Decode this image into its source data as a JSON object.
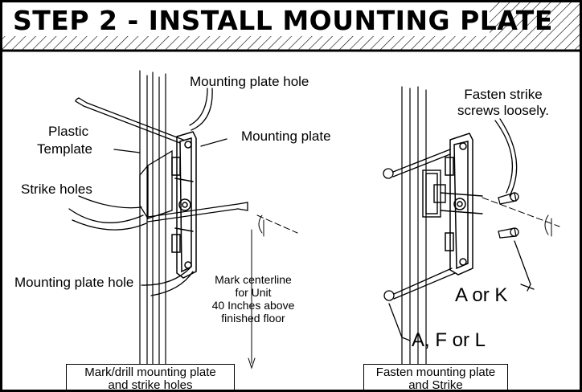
{
  "header": {
    "title": "STEP 2 - INSTALL MOUNTING PLATE"
  },
  "left_panel": {
    "labels": {
      "mounting_plate_hole_top": "Mounting plate hole",
      "plastic_template_1": "Plastic",
      "plastic_template_2": "Template",
      "mounting_plate": "Mounting plate",
      "strike_holes": "Strike holes",
      "mounting_plate_hole_bottom": "Mounting plate hole",
      "centerline_1": "Mark centerline",
      "centerline_2": "for Unit",
      "centerline_3": "40 Inches above",
      "centerline_4": "finished floor"
    },
    "caption": {
      "line1": "Mark/drill mounting plate",
      "line2": "and strike holes"
    }
  },
  "right_panel": {
    "labels": {
      "fasten_1": "Fasten strike",
      "fasten_2": "screws loosely.",
      "a_or_k": "A or K",
      "a_f_or_l": "A, F or L"
    },
    "caption": {
      "line1": "Fasten mounting plate",
      "line2": "and Strike"
    }
  }
}
